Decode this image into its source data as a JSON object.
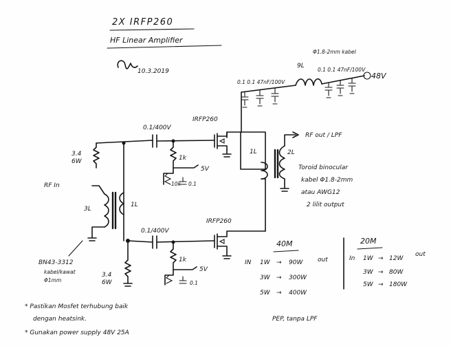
{
  "title": "2X IRFP260",
  "subtitle": "HF Linear Amplifier",
  "signature_date": "10.3.2019",
  "supply": {
    "voltage_label": "48V",
    "cap_left_labels": "0.1 0.1 47nF/100V",
    "cap_right_labels": "0.1 0.1 47nF/100V",
    "choke_label": "9L",
    "choke_wire": "Φ1.8-2mm kabel"
  },
  "input": {
    "rf_in": "RF In",
    "bias_res_top": "3.4\n6W",
    "bias_res_bottom": "3.4\n6W",
    "input_xfmr_primary": "3L",
    "input_xfmr_secondary": "1L",
    "core_note_line1": "BN43-3312",
    "core_note_line2": "kabel/kawat",
    "core_note_line3": "Φ1mm"
  },
  "upper_stage": {
    "coupling_cap": "0.1/400V",
    "mosfet": "IRFP260",
    "gate_res": "1k",
    "bias_v": "5V",
    "pot_label": "10k",
    "bypass_cap": "0.1"
  },
  "lower_stage": {
    "coupling_cap": "0.1/400V",
    "mosfet": "IRFP260",
    "gate_res": "1k",
    "bias_v": "5V",
    "bypass_cap": "0.1"
  },
  "output": {
    "rf_out": "RF out / LPF",
    "primary": "1L",
    "secondary": "2L",
    "notes": [
      "Toroid binocular",
      "kabel Φ1.8-2mm",
      "atau AWG12",
      "2 lilit output"
    ]
  },
  "performance": {
    "band_40m": {
      "header": "40M",
      "in_label": "IN",
      "out_label": "out",
      "rows": [
        {
          "in": "1W",
          "out": "90W"
        },
        {
          "in": "3W",
          "out": "300W"
        },
        {
          "in": "5W",
          "out": "400W"
        }
      ]
    },
    "band_20m": {
      "header": "20M",
      "in_label": "In",
      "out_label": "out",
      "rows": [
        {
          "in": "1W",
          "out": "12W"
        },
        {
          "in": "3W",
          "out": "80W"
        },
        {
          "in": "5W",
          "out": "180W"
        }
      ]
    },
    "footer": "PEP, tanpa LPF"
  },
  "notes": {
    "note1_line1": "* Pastikan Mosfet terhubung baik",
    "note1_line2": "dengan heatsink.",
    "note2": "* Gunakan power supply 48V 25A"
  }
}
